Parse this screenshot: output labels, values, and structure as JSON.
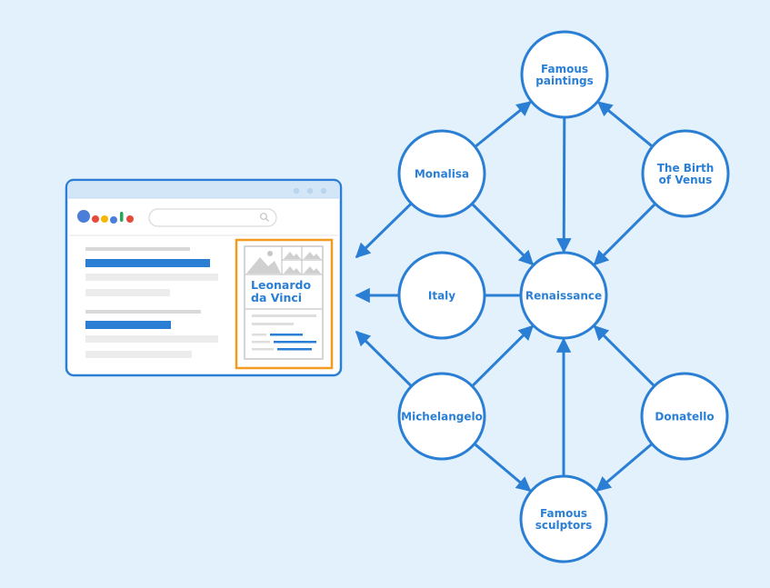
{
  "colors": {
    "background": "#e3f1fc",
    "primary_blue": "#2a7fd4",
    "node_fill": "#ffffff",
    "browser_titlebar": "#d3e6f8",
    "highlight_orange": "#f39a20",
    "placeholder_gray": "#d9d9d9",
    "image_gray": "#c7c7c7",
    "logo_blue": "#4a7ed8",
    "logo_red": "#e64a3c",
    "logo_yellow": "#f5b800",
    "logo_green": "#2aa55a"
  },
  "browser": {
    "window_dots": [
      "dot",
      "dot",
      "dot"
    ],
    "logo_icon": "google-logo-icon",
    "search_icon": "magnifier-icon",
    "knowledge_panel": {
      "title_lines": [
        "Leonardo",
        "da Vinci"
      ],
      "image_icon": "landscape-image-icon"
    }
  },
  "graph": {
    "nodes": [
      {
        "id": "famous_paintings",
        "lines": [
          "Famous",
          "paintings"
        ]
      },
      {
        "id": "monalisa",
        "lines": [
          "Monalisa"
        ]
      },
      {
        "id": "birth_of_venus",
        "lines": [
          "The Birth",
          "of Venus"
        ]
      },
      {
        "id": "italy",
        "lines": [
          "Italy"
        ]
      },
      {
        "id": "renaissance",
        "lines": [
          "Renaissance"
        ]
      },
      {
        "id": "michelangelo",
        "lines": [
          "Michelangelo"
        ]
      },
      {
        "id": "donatello",
        "lines": [
          "Donatello"
        ]
      },
      {
        "id": "famous_sculptors",
        "lines": [
          "Famous",
          "sculptors"
        ]
      }
    ],
    "edges": [
      {
        "from": "monalisa",
        "to": "famous_paintings",
        "arrow": true
      },
      {
        "from": "birth_of_venus",
        "to": "famous_paintings",
        "arrow": true
      },
      {
        "from": "famous_paintings",
        "to": "renaissance",
        "arrow": true
      },
      {
        "from": "monalisa",
        "to": "renaissance",
        "arrow": true
      },
      {
        "from": "birth_of_venus",
        "to": "renaissance",
        "arrow": true
      },
      {
        "from": "italy",
        "to": "renaissance",
        "arrow": false
      },
      {
        "from": "michelangelo",
        "to": "renaissance",
        "arrow": true
      },
      {
        "from": "donatello",
        "to": "renaissance",
        "arrow": true
      },
      {
        "from": "famous_sculptors",
        "to": "renaissance",
        "arrow": true
      },
      {
        "from": "michelangelo",
        "to": "famous_sculptors",
        "arrow": true
      },
      {
        "from": "donatello",
        "to": "famous_sculptors",
        "arrow": true
      },
      {
        "from": "monalisa",
        "to": "browser",
        "arrow": true
      },
      {
        "from": "italy",
        "to": "browser",
        "arrow": true
      },
      {
        "from": "michelangelo",
        "to": "browser",
        "arrow": true
      }
    ]
  }
}
